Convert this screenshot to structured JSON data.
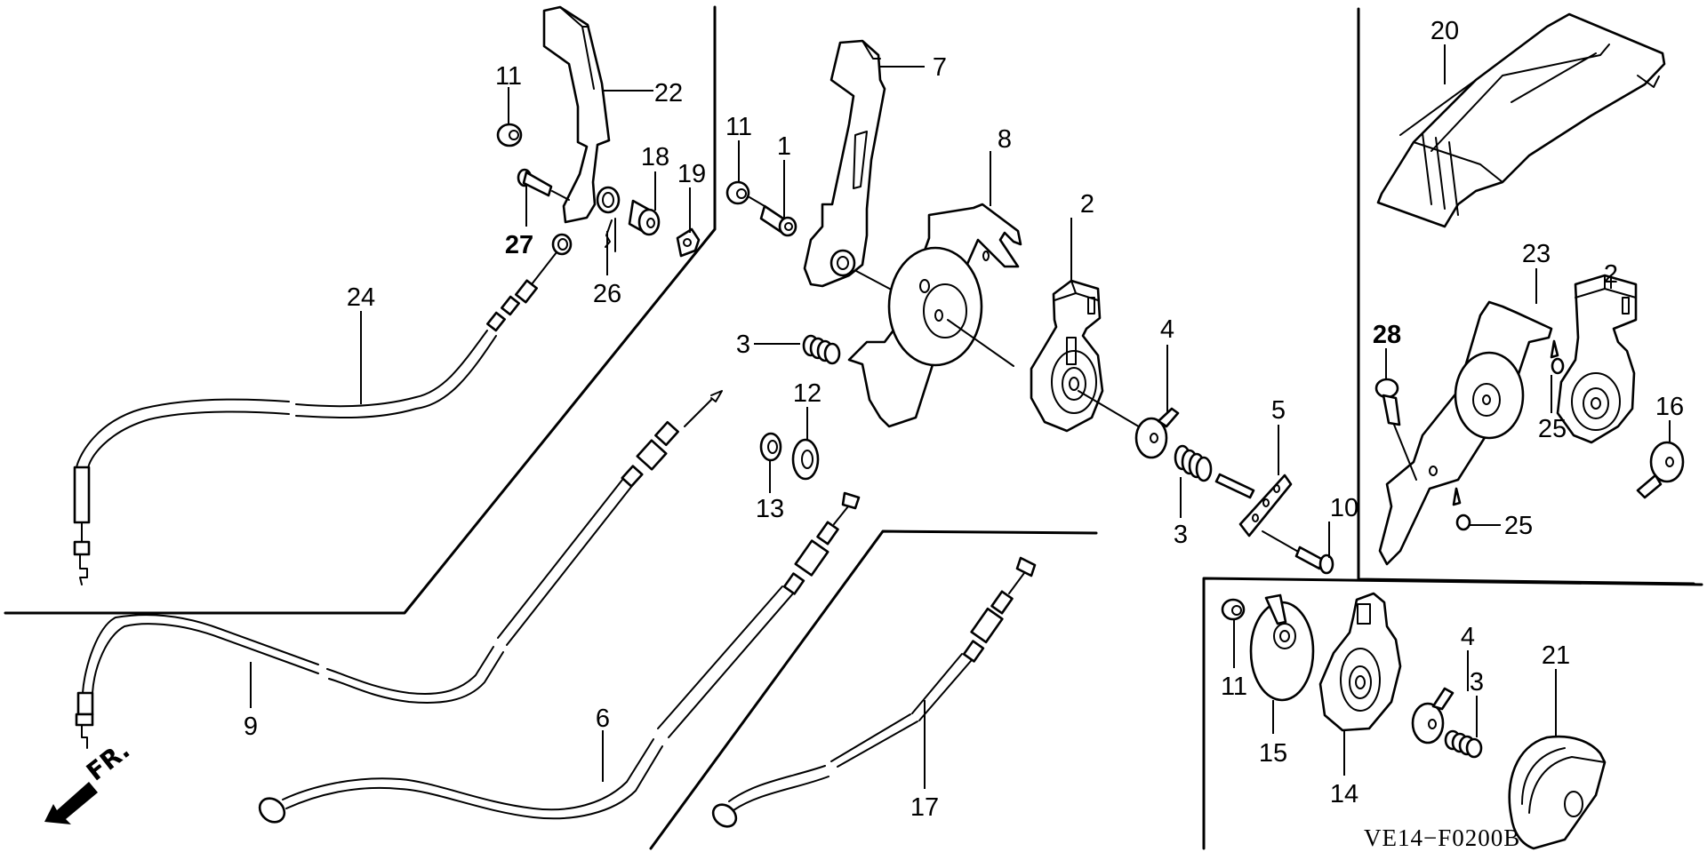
{
  "diagram": {
    "title": "Control lever / cable exploded parts diagram",
    "code": "VE14−F0200B",
    "direction_indicator": "FR.",
    "line_color": "#000000",
    "background_color": "#ffffff"
  },
  "callouts": [
    {
      "id": "c11a",
      "label": "11",
      "part": "flange nut"
    },
    {
      "id": "c22",
      "label": "22",
      "part": "lever (left)"
    },
    {
      "id": "c27",
      "label": "27",
      "part": "bolt",
      "bold": true
    },
    {
      "id": "c18",
      "label": "18",
      "part": "collar"
    },
    {
      "id": "c19",
      "label": "19",
      "part": "washer"
    },
    {
      "id": "c26",
      "label": "26",
      "part": "clip"
    },
    {
      "id": "c24",
      "label": "24",
      "part": "cable"
    },
    {
      "id": "c11b",
      "label": "11",
      "part": "flange nut"
    },
    {
      "id": "c1",
      "label": "1",
      "part": "collar"
    },
    {
      "id": "c7",
      "label": "7",
      "part": "lever"
    },
    {
      "id": "c8",
      "label": "8",
      "part": "bracket"
    },
    {
      "id": "c2a",
      "label": "2",
      "part": "control lever"
    },
    {
      "id": "c4a",
      "label": "4",
      "part": "friction plate"
    },
    {
      "id": "c3a",
      "label": "3",
      "part": "spring"
    },
    {
      "id": "c12",
      "label": "12",
      "part": "washer"
    },
    {
      "id": "c13",
      "label": "13",
      "part": "washer"
    },
    {
      "id": "c5",
      "label": "5",
      "part": "holder plate"
    },
    {
      "id": "c10",
      "label": "10",
      "part": "bolt"
    },
    {
      "id": "c3b",
      "label": "3",
      "part": "spring"
    },
    {
      "id": "c20",
      "label": "20",
      "part": "lever cover"
    },
    {
      "id": "c23",
      "label": "23",
      "part": "bracket"
    },
    {
      "id": "c2b",
      "label": "2",
      "part": "control lever"
    },
    {
      "id": "c28",
      "label": "28",
      "part": "bolt",
      "bold": true
    },
    {
      "id": "c25a",
      "label": "25",
      "part": "screw"
    },
    {
      "id": "c16",
      "label": "16",
      "part": "friction plate"
    },
    {
      "id": "c25b",
      "label": "25",
      "part": "screw"
    },
    {
      "id": "c11c",
      "label": "11",
      "part": "flange nut"
    },
    {
      "id": "c15",
      "label": "15",
      "part": "plate"
    },
    {
      "id": "c14",
      "label": "14",
      "part": "control lever"
    },
    {
      "id": "c4b",
      "label": "4",
      "part": "friction plate"
    },
    {
      "id": "c3c",
      "label": "3",
      "part": "spring"
    },
    {
      "id": "c21",
      "label": "21",
      "part": "cover"
    },
    {
      "id": "c9",
      "label": "9",
      "part": "cable"
    },
    {
      "id": "c6",
      "label": "6",
      "part": "cable"
    },
    {
      "id": "c17",
      "label": "17",
      "part": "cable"
    }
  ]
}
